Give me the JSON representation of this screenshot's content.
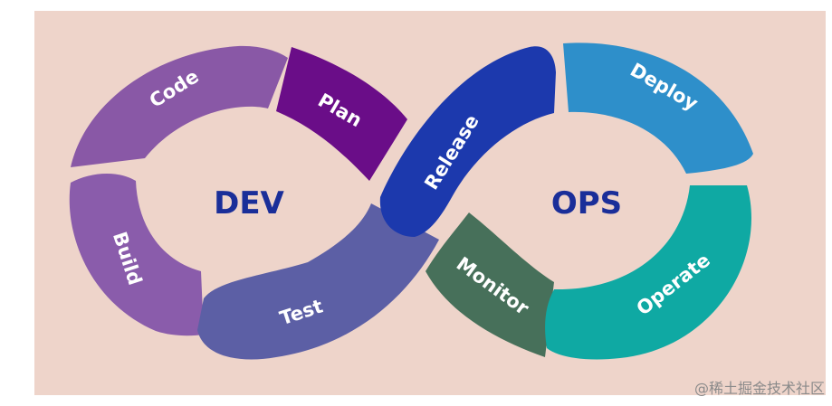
{
  "diagram": {
    "title_left": "DEV",
    "title_right": "OPS",
    "segments": [
      {
        "id": "code",
        "label": "Code"
      },
      {
        "id": "plan",
        "label": "Plan"
      },
      {
        "id": "build",
        "label": "Build"
      },
      {
        "id": "test",
        "label": "Test"
      },
      {
        "id": "release",
        "label": "Release"
      },
      {
        "id": "deploy",
        "label": "Deploy"
      },
      {
        "id": "monitor",
        "label": "Monitor"
      },
      {
        "id": "operate",
        "label": "Operate"
      }
    ]
  },
  "watermark": "@稀土掘金技术社区",
  "colors": {
    "background": "#eed4ca",
    "title": "#1a2e99",
    "code": "#8958a6",
    "plan": "#6a0d88",
    "build": "#8a5cab",
    "test": "#5c5fa5",
    "release": "#1c39ad",
    "deploy": "#2e8fca",
    "monitor": "#47705a",
    "operate": "#0fa9a3"
  }
}
